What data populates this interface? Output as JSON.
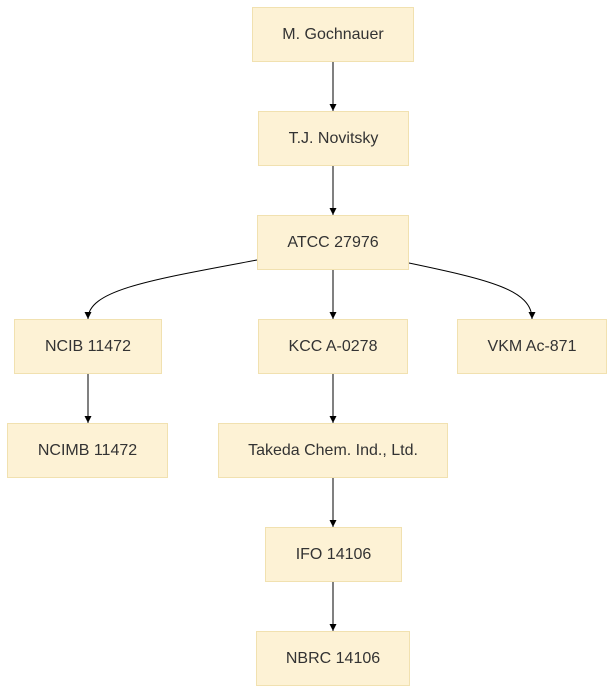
{
  "nodes": {
    "gochnauer": "M. Gochnauer",
    "novitsky": "T.J. Novitsky",
    "atcc": "ATCC 27976",
    "ncib": "NCIB 11472",
    "kcc": "KCC A-0278",
    "vkm": "VKM Ac-871",
    "ncimb": "NCIMB 11472",
    "takeda": "Takeda Chem. Ind., Ltd.",
    "ifo": "IFO 14106",
    "nbrc": "NBRC 14106"
  },
  "edges": [
    [
      "gochnauer",
      "novitsky"
    ],
    [
      "novitsky",
      "atcc"
    ],
    [
      "atcc",
      "ncib"
    ],
    [
      "atcc",
      "kcc"
    ],
    [
      "atcc",
      "vkm"
    ],
    [
      "ncib",
      "ncimb"
    ],
    [
      "kcc",
      "takeda"
    ],
    [
      "takeda",
      "ifo"
    ],
    [
      "ifo",
      "nbrc"
    ]
  ],
  "colors": {
    "node_fill": "#fdf2d5",
    "node_border": "#f1e1b0",
    "edge": "#000000",
    "text": "#333333"
  }
}
